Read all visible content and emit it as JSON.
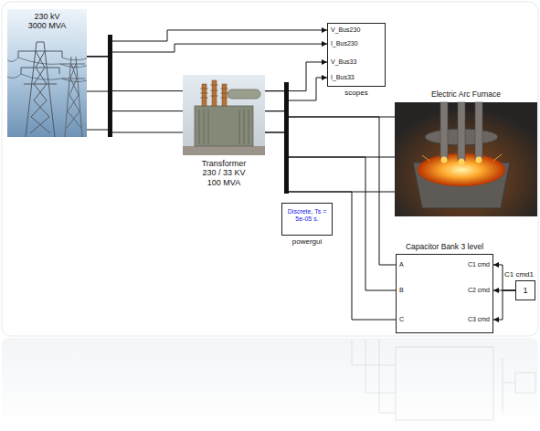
{
  "diagram": {
    "nodes": [
      {
        "text": [
          "230 kV 3000 MVA"
        ]
      },
      {
        "text": [
          "Transformer 230 / 33 KV 100 MVA"
        ]
      },
      {
        "text": [
          "V_Bus230",
          "I_Bus230",
          "V_Bus33",
          "I_Bus33",
          "scopes"
        ]
      },
      {
        "text": [
          "Discrete, Ts = 5e-05 s.",
          "powergui"
        ]
      },
      {
        "text": [
          "Electric Arc Furnace"
        ]
      },
      {
        "text": [
          "Capacitor Bank 3 level",
          "A",
          "B",
          "C",
          "C1 cmd",
          "C2 cmd",
          "C3 cmd"
        ]
      },
      {
        "text": [
          "1",
          "C1 cmd1"
        ]
      }
    ],
    "edges": [
      {
        "from": 0,
        "to": 1,
        "arrow": "none"
      },
      {
        "from": 0,
        "to": 2,
        "arrow": "to"
      },
      {
        "from": 1,
        "to": 2,
        "arrow": "to"
      },
      {
        "from": 1,
        "to": 4,
        "arrow": "none"
      },
      {
        "from": 1,
        "to": 5,
        "arrow": "none"
      },
      {
        "from": 6,
        "to": 5,
        "arrow": "to"
      }
    ]
  }
}
